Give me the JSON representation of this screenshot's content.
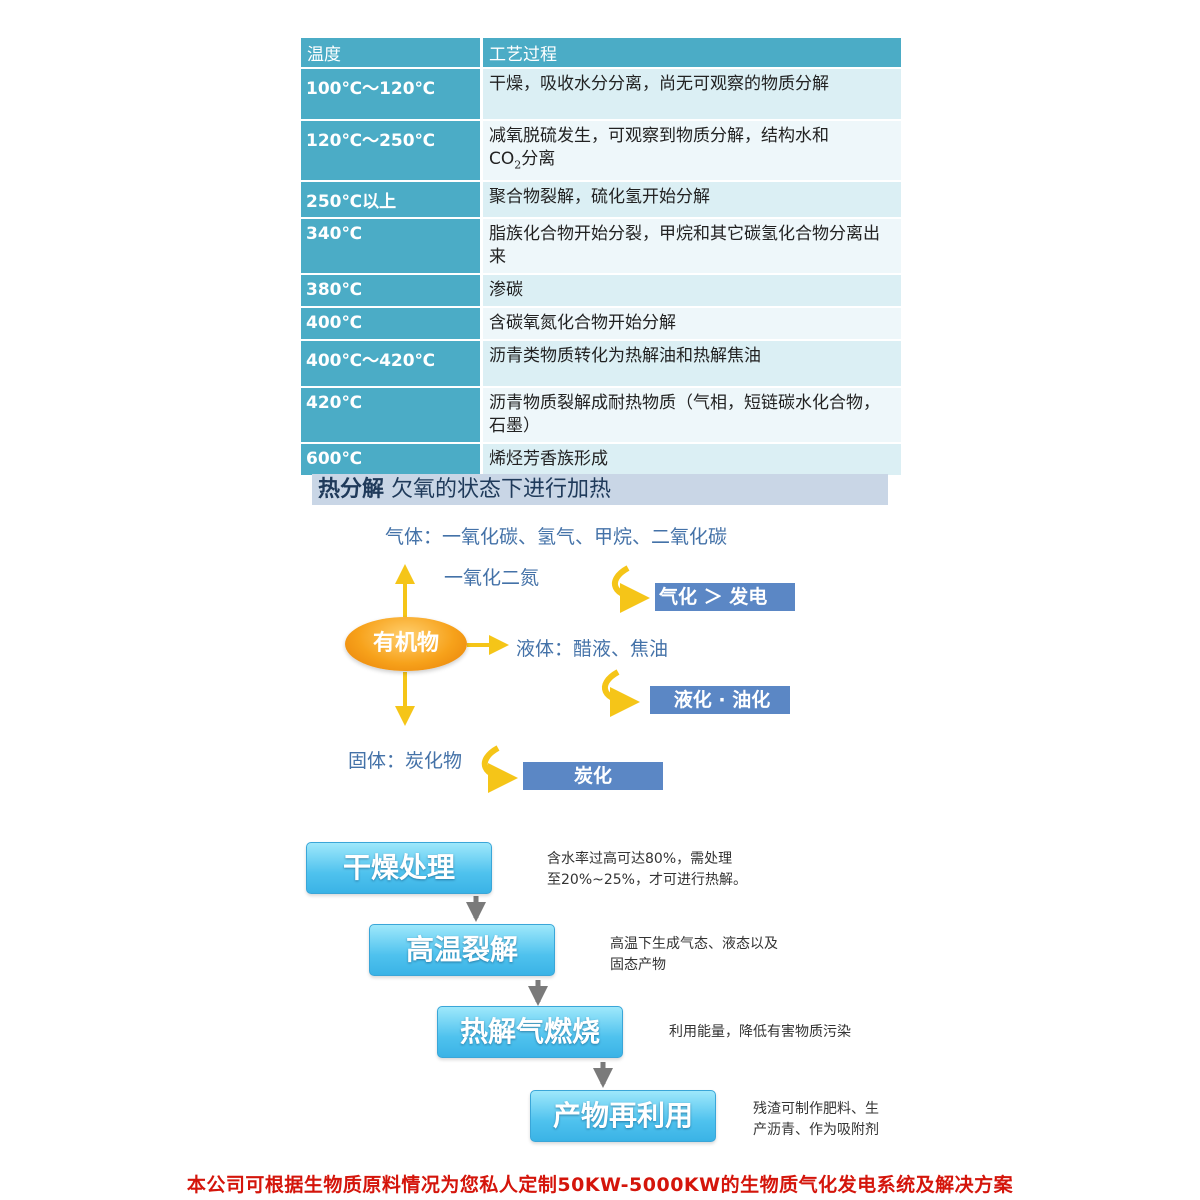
{
  "table": {
    "headers": [
      "温度",
      "工艺过程"
    ],
    "rows": [
      {
        "temp": "100℃～120℃",
        "process": "干燥，吸收水分分离，尚无可观察的物质分解"
      },
      {
        "temp": "120℃～250℃",
        "process": "减氧脱硫发生，可观察到物质分解，结构水和",
        "process_line2_pre": "CO",
        "process_line2_sub": "2",
        "process_line2_post": "分离"
      },
      {
        "temp": "250℃以上",
        "process": "聚合物裂解，硫化氢开始分解"
      },
      {
        "temp": "340℃",
        "process": "脂族化合物开始分裂，甲烷和其它碳氢化合物分离出来"
      },
      {
        "temp": "380℃",
        "process": "渗碳"
      },
      {
        "temp": "400℃",
        "process": "含碳氧氮化合物开始分解"
      },
      {
        "temp": "400℃～420℃",
        "process": "沥青类物质转化为热解油和热解焦油"
      },
      {
        "temp": "420℃",
        "process": "沥青物质裂解成耐热物质（气相，短链碳水化合物，石墨）"
      },
      {
        "temp": "600℃",
        "process": "烯烃芳香族形成"
      }
    ]
  },
  "pyrolysis": {
    "title_bold": "热分解",
    "title_rest": " 欠氧的状态下进行加热",
    "center": "有机物",
    "gas_line1": "气体：一氧化碳、氢气、甲烷、二氧化碳",
    "gas_line2": "一氧化二氮",
    "liquid": "液体：醋液、焦油",
    "solid": "固体：炭化物",
    "tag_gas": "气化  ＞  发电",
    "tag_liquid": "液化 · 油化",
    "tag_solid": "炭化"
  },
  "process_flow": {
    "steps": [
      "干燥处理",
      "高温裂解",
      "热解气燃烧",
      "产物再利用"
    ],
    "notes": [
      [
        "含水率过高可达80%，需处理",
        "至20%~25%，才可进行热解。"
      ],
      [
        "高温下生成气态、液态以及",
        "固态产物"
      ],
      [
        "利用能量，降低有害物质污染"
      ],
      [
        "残渣可制作肥料、生",
        "产沥青、作为吸附剂"
      ]
    ]
  },
  "footer": "本公司可根据生物质原料情况为您私人定制50KW-5000KW的生物质气化发电系统及解决方案",
  "colors": {
    "table_header": "#4bacc6",
    "table_row": "#dbeff4",
    "diagram_text": "#4472a8",
    "tag_bg": "#5b87c5",
    "arrow_yellow": "#f5c518",
    "step_blue": "#4fc2ee",
    "footer_red": "#d4150b"
  }
}
